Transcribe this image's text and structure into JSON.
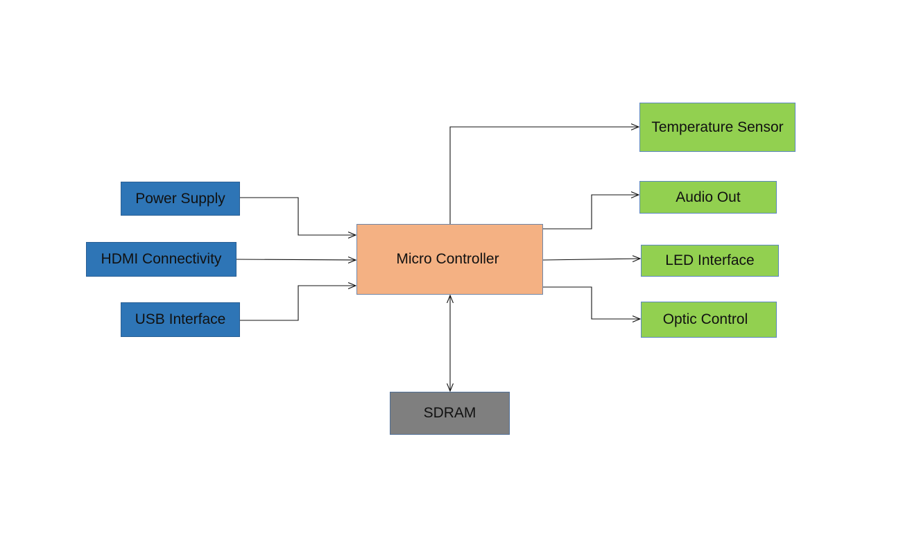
{
  "diagram": {
    "inputs": {
      "power_supply": "Power Supply",
      "hdmi": "HDMI Connectivity",
      "usb": "USB Interface"
    },
    "controller": "Micro Controller",
    "outputs": {
      "temperature_sensor": "Temperature Sensor",
      "audio_out": "Audio Out",
      "led_interface": "LED Interface",
      "optic_control": "Optic Control"
    },
    "memory": "SDRAM",
    "colors": {
      "input": "#2e75b6",
      "controller": "#f4b183",
      "output": "#92d050",
      "memory": "#7f7f7f",
      "connector": "#111111"
    },
    "connections": [
      {
        "from": "Power Supply",
        "to": "Micro Controller",
        "direction": "one-way"
      },
      {
        "from": "HDMI Connectivity",
        "to": "Micro Controller",
        "direction": "one-way"
      },
      {
        "from": "USB Interface",
        "to": "Micro Controller",
        "direction": "one-way"
      },
      {
        "from": "Micro Controller",
        "to": "Temperature Sensor",
        "direction": "one-way"
      },
      {
        "from": "Micro Controller",
        "to": "Audio Out",
        "direction": "one-way"
      },
      {
        "from": "Micro Controller",
        "to": "LED Interface",
        "direction": "one-way"
      },
      {
        "from": "Micro Controller",
        "to": "Optic Control",
        "direction": "one-way"
      },
      {
        "from": "Micro Controller",
        "to": "SDRAM",
        "direction": "two-way"
      }
    ]
  }
}
